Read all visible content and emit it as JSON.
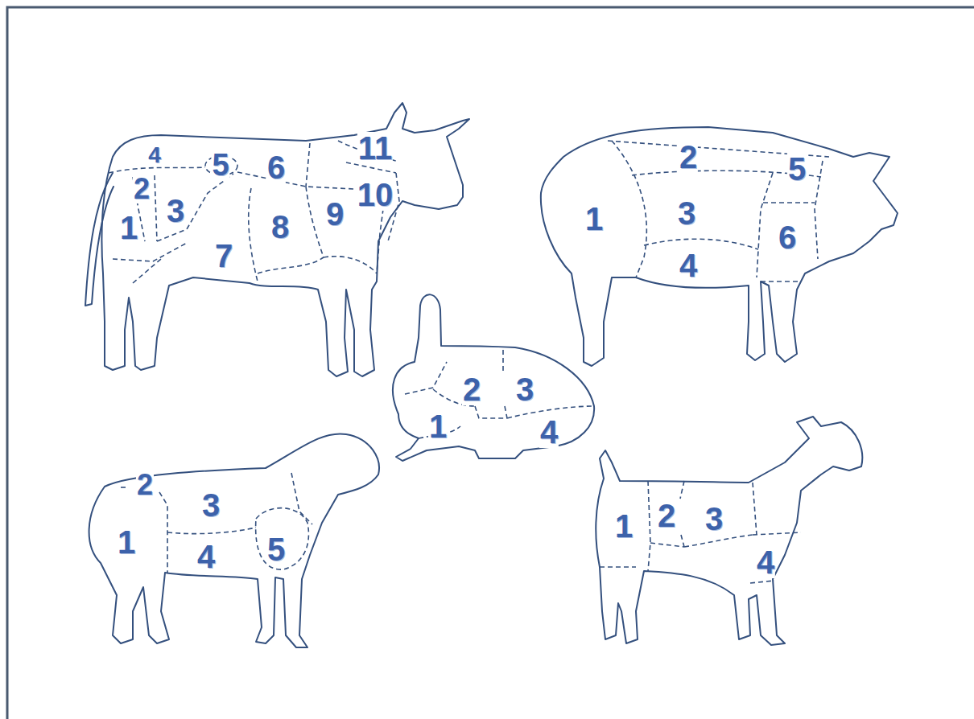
{
  "diagram": {
    "labels": [
      "1",
      "2",
      "3",
      "4",
      "5",
      "6",
      "7",
      "8",
      "9",
      "10",
      "11",
      "1",
      "2",
      "3",
      "4",
      "5",
      "6",
      "1",
      "2",
      "3",
      "4",
      "1",
      "2",
      "3",
      "4",
      "5",
      "1",
      "2",
      "3",
      "4"
    ]
  }
}
